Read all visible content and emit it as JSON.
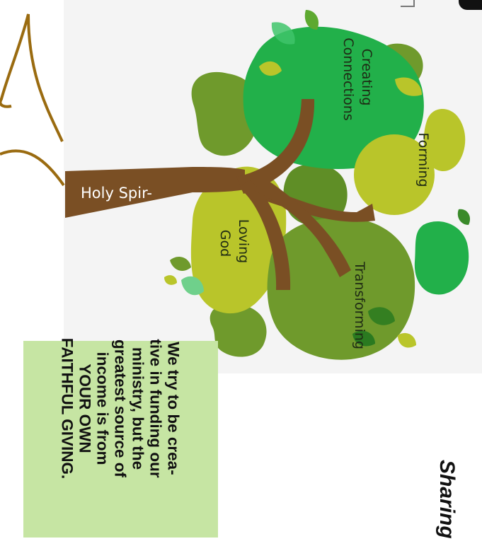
{
  "tree": {
    "labels": {
      "creating": "Creating\nConnections",
      "forming": "Forming",
      "loving": "Loving\nGod",
      "transforming": "Transforming",
      "trunk": "Holy Spir-"
    },
    "colors": {
      "bright_green": "#22b04a",
      "olive_green": "#6f9a2c",
      "lime": "#b9c52a",
      "trunk_brown": "#7a4f24",
      "outline_gold": "#9a6b10"
    }
  },
  "note": {
    "text": "We try to be crea-\ntive in funding our\nministry, but the\ngreatest source of\nincome is from\nYOUR OWN\nFAITHFUL GIVING."
  },
  "edge_fragment": "Sharing"
}
